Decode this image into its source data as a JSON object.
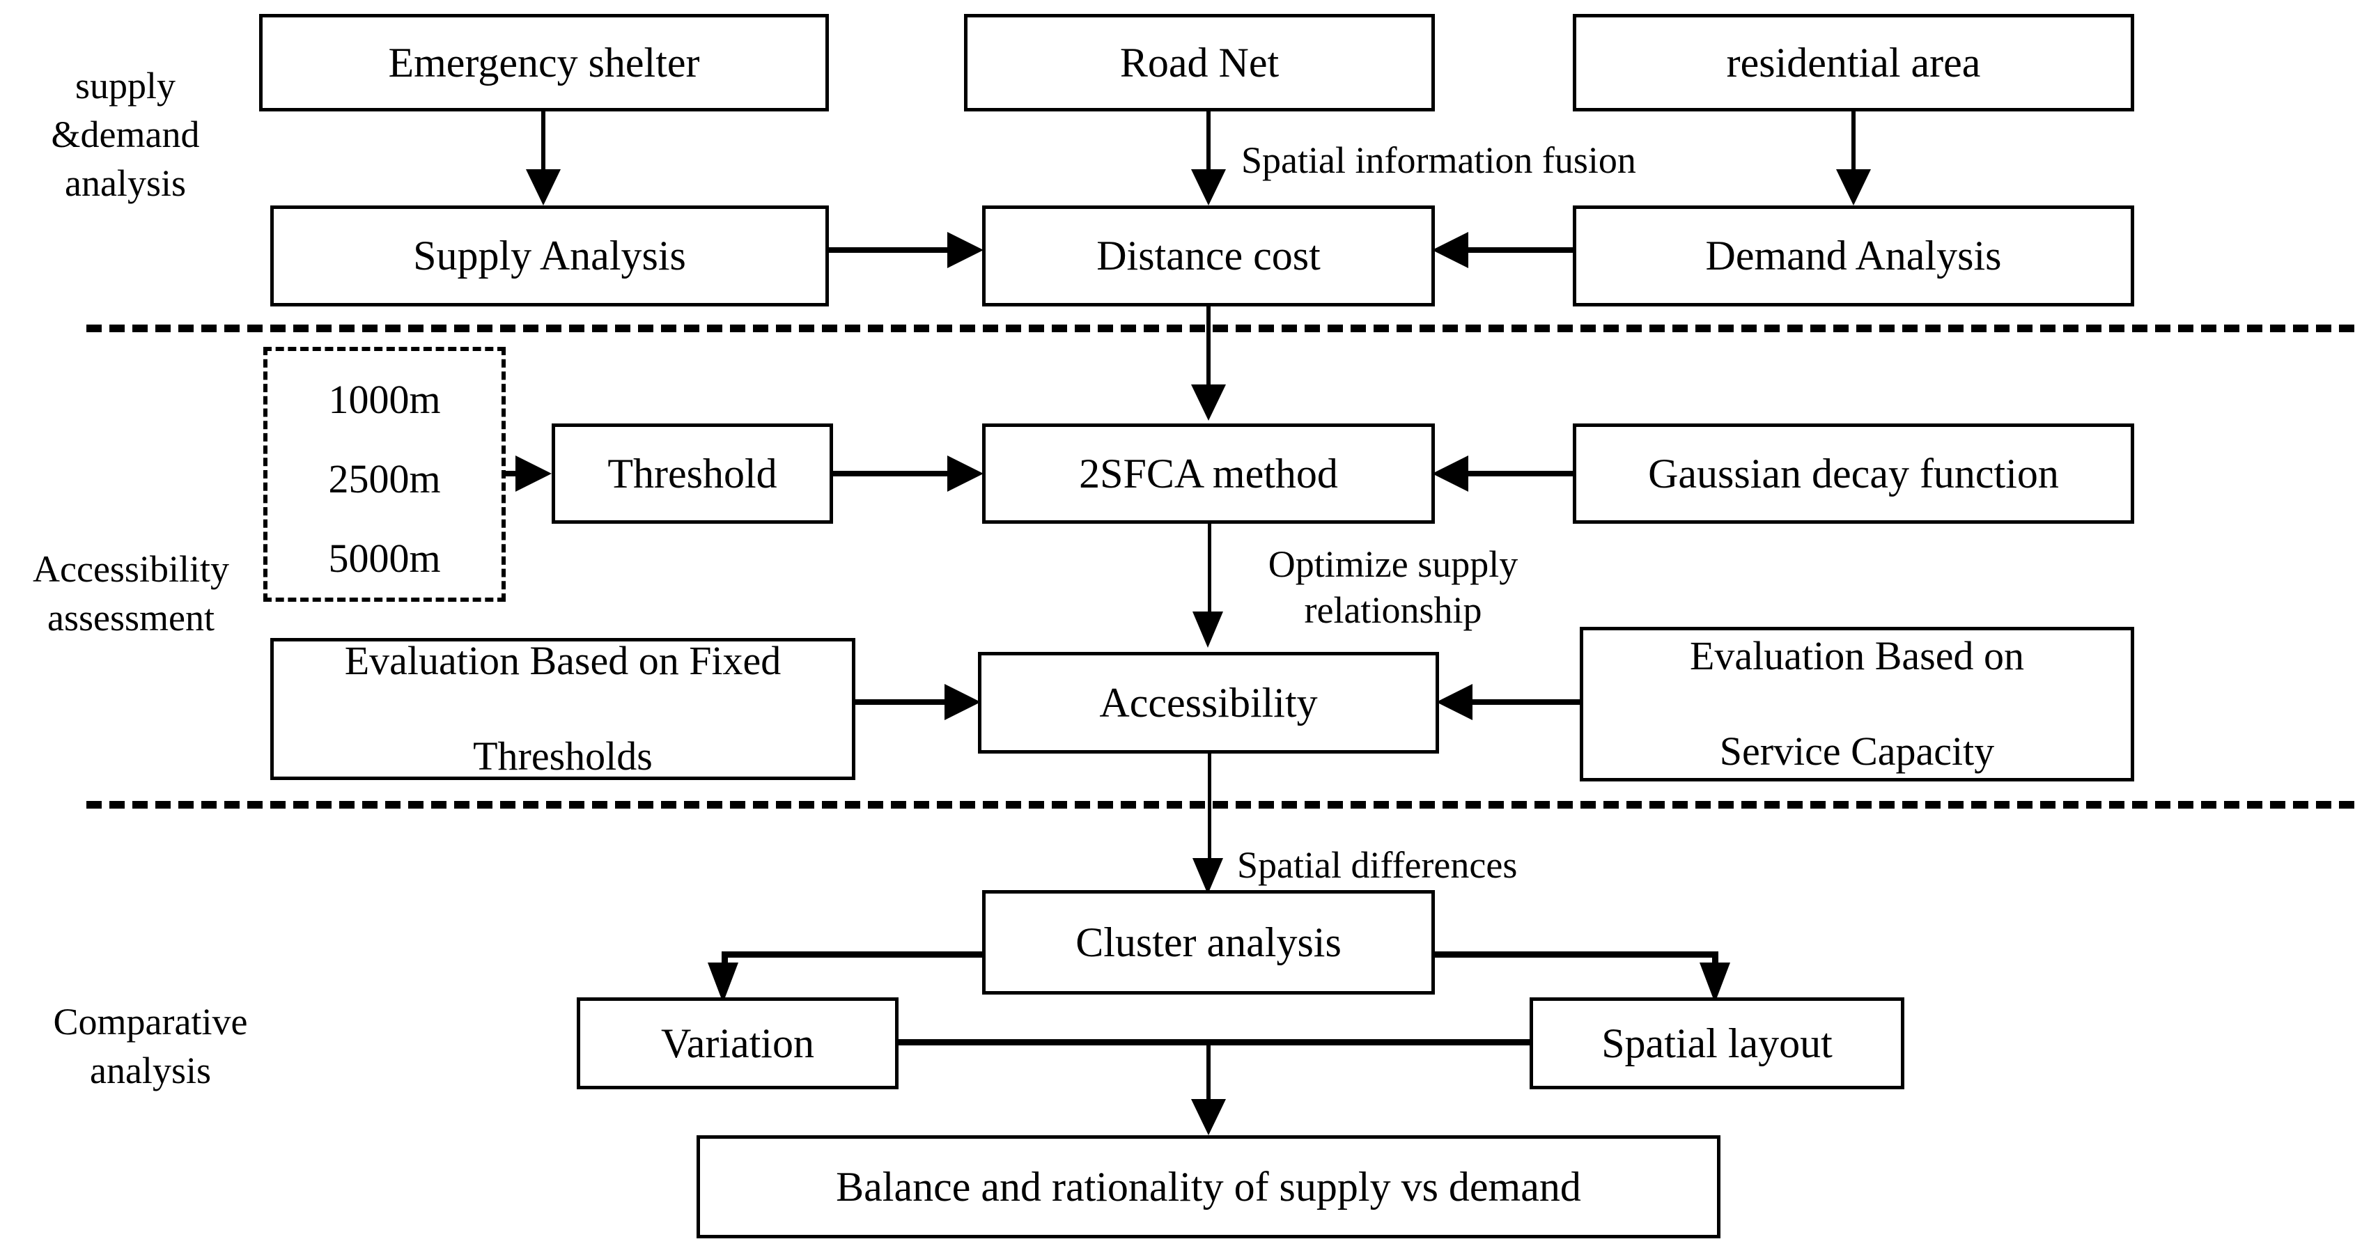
{
  "diagram": {
    "title": "Emergency shelter accessibility research framework",
    "background_color": "#ffffff",
    "line_color": "#000000"
  },
  "sections": [
    {
      "id": "supply-demand",
      "label_lines": [
        "supply",
        "&demand",
        "analysis"
      ]
    },
    {
      "id": "accessibility",
      "label_lines": [
        "Accessibility",
        "assessment"
      ]
    },
    {
      "id": "comparative",
      "label_lines": [
        "Comparative",
        "analysis"
      ]
    }
  ],
  "nodes": {
    "emergency_shelter": "Emergency shelter",
    "road_net": "Road Net",
    "residential_area": "residential area",
    "supply_analysis": "Supply Analysis",
    "distance_cost": "Distance cost",
    "demand_analysis": "Demand Analysis",
    "threshold": "Threshold",
    "sfca_method": "2SFCA method",
    "gaussian_decay": "Gaussian decay function",
    "eval_fixed_thresholds_l1": "Evaluation Based on Fixed",
    "eval_fixed_thresholds_l2": "Thresholds",
    "accessibility": "Accessibility",
    "eval_service_capacity_l1": "Evaluation Based on",
    "eval_service_capacity_l2": "Service Capacity",
    "cluster_analysis": "Cluster analysis",
    "variation": "Variation",
    "spatial_layout": "Spatial layout",
    "balance_rationality": "Balance and rationality of supply vs demand"
  },
  "threshold_values": [
    "1000m",
    "2500m",
    "5000m"
  ],
  "edge_labels": {
    "spatial_information_fusion": "Spatial information fusion",
    "optimize_supply_l1": "Optimize supply",
    "optimize_supply_l2": "relationship",
    "spatial_differences": "Spatial differences"
  }
}
